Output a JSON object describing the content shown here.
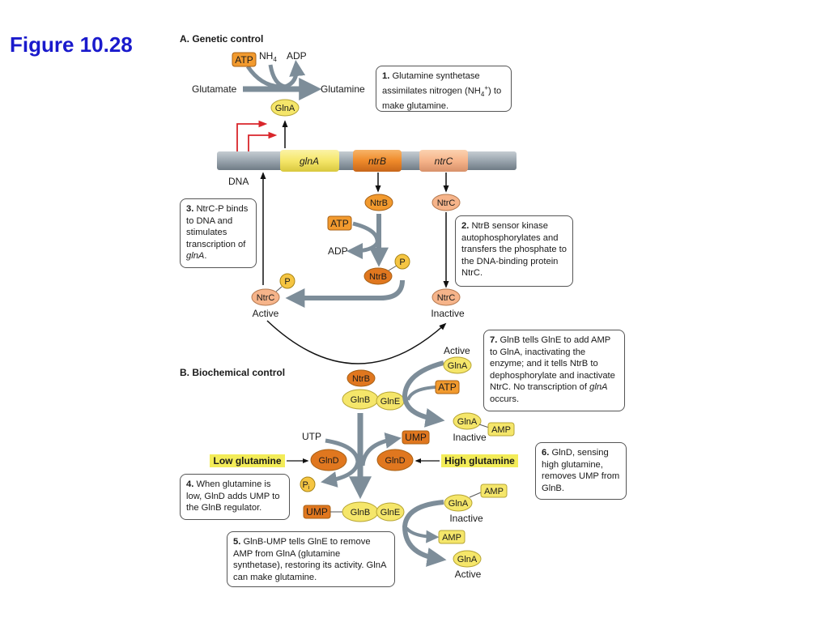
{
  "figure_title": "Figure 10.28",
  "sections": {
    "a": "A. Genetic control",
    "b": "B. Biochemical control"
  },
  "labels": {
    "atp": "ATP",
    "nh4": "NH",
    "nh4_sub": "4",
    "adp": "ADP",
    "glutamate": "Glutamate",
    "glutamine": "Glutamine",
    "glna": "GlnA",
    "dna": "DNA",
    "gene_glna": "glnA",
    "gene_ntrb": "ntrB",
    "gene_ntrc": "ntrC",
    "ntrb": "NtrB",
    "ntrc": "NtrC",
    "p": "P",
    "pi": "P",
    "pi_sub": "i",
    "active": "Active",
    "inactive": "Inactive",
    "glnb": "GlnB",
    "glne": "GlnE",
    "glnd": "GlnD",
    "utp": "UTP",
    "ump": "UMP",
    "amp": "AMP",
    "low_glutamine": "Low glutamine",
    "high_glutamine": "High glutamine"
  },
  "notes": {
    "n1": {
      "num": "1.",
      "text": " Glutamine synthetase assimilates nitrogen (NH",
      "sub": "4",
      "sup": "+",
      "tail": ") to make glutamine."
    },
    "n2": {
      "num": "2.",
      "text": " NtrB sensor kinase autophosphorylates and transfers the phosphate to the DNA-binding protein NtrC."
    },
    "n3": {
      "num": "3.",
      "text": " NtrC-P binds to DNA and stimulates transcription of ",
      "italic": "glnA",
      "tail": "."
    },
    "n4": {
      "num": "4.",
      "text": " When glutamine is low, GlnD adds UMP to the GlnB regulator."
    },
    "n5": {
      "num": "5.",
      "text": " GlnB-UMP tells GlnE to remove AMP from GlnA (glutamine synthetase), restoring its activity. GlnA can make glutamine."
    },
    "n6": {
      "num": "6.",
      "text": " GlnD, sensing high glutamine, removes UMP from GlnB."
    },
    "n7": {
      "num": "7.",
      "text": " GlnB tells GlnE to add AMP to GlnA, inactivating the enzyme; and it tells NtrB to dephosphorylate and inactivate NtrC. No transcription of ",
      "italic": "glnA",
      "tail": " occurs."
    }
  },
  "colors": {
    "orange": "#f29a2e",
    "orange_dark": "#e0771f",
    "yellow": "#f5e66a",
    "peach": "#f6b48a",
    "dna_gray": "#9aa5ae",
    "arrow_gray": "#7d8d99",
    "red_arrow": "#d9262b",
    "highlight": "#f3ec58",
    "title_blue": "#1a1acc"
  }
}
